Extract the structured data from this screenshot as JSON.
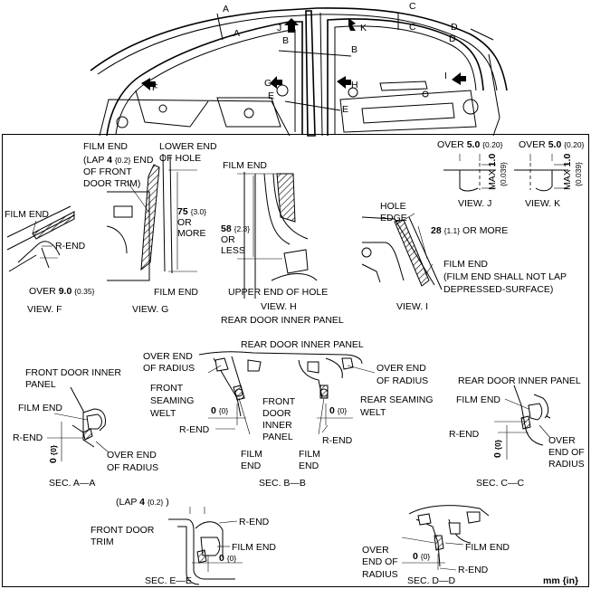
{
  "top_view_letters": {
    "a1": "A",
    "a2": "A",
    "b1": "B",
    "b2": "B",
    "c1": "C",
    "c2": "C",
    "d1": "D",
    "d2": "D",
    "e1": "E",
    "e2": "E",
    "f": "F",
    "g": "G",
    "h": "H",
    "i": "I",
    "j": "J",
    "k": "K"
  },
  "view_f": {
    "film_end": "FILM END",
    "r_end": "R-END",
    "over": "OVER",
    "over_value": "9.0",
    "over_in": "{0.35}",
    "caption": "VIEW. F"
  },
  "view_g": {
    "film_end_top": "FILM END",
    "lap_open": "(LAP",
    "lap_value": "4",
    "lap_in": "{0.2}",
    "lap_end": "END",
    "of_front": "OF FRONT",
    "door_trim": "DOOR TRIM)",
    "lower_end": "LOWER END",
    "of_hole": "OF HOLE",
    "dim_value": "75",
    "dim_in": "{3.0}",
    "or": "OR",
    "more": "MORE",
    "film_end_bottom": "FILM END",
    "caption": "VIEW. G"
  },
  "view_h": {
    "film_end": "FILM END",
    "dim_value": "58",
    "dim_in": "{2.3}",
    "or": "OR",
    "less": "LESS",
    "upper_end": "UPPER END OF HOLE",
    "caption": "VIEW. H",
    "subcaption": "REAR DOOR INNER PANEL"
  },
  "view_i": {
    "hole": "HOLE",
    "edge": "EDGE",
    "dim_value": "28",
    "dim_in": "{1.1}",
    "or_more": "OR MORE",
    "film_end": "FILM END",
    "note1": "(FILM END SHALL NOT LAP",
    "note2": "DEPRESSED-SURFACE)",
    "caption": "VIEW. I"
  },
  "view_j": {
    "over": "OVER",
    "over_value": "5.0",
    "over_in": "{0.20}",
    "max": "MAX",
    "max_value": "1.0",
    "max_in": "{0.039}",
    "caption": "VIEW. J"
  },
  "view_k": {
    "over": "OVER",
    "over_value": "5.0",
    "over_in": "{0.20}",
    "max": "MAX",
    "max_value": "1.0",
    "max_in": "{0.039}",
    "caption": "VIEW. K"
  },
  "sec_a": {
    "front_door_inner": "FRONT DOOR INNER",
    "panel": "PANEL",
    "film_end": "FILM END",
    "r_end": "R-END",
    "over_end": "OVER END",
    "of_radius": "OF RADIUS",
    "zero": "0",
    "zero_in": "{0}",
    "caption": "SEC. A—A"
  },
  "sec_b": {
    "rear_door_inner_panel": "REAR DOOR INNER PANEL",
    "over_end_l": "OVER END",
    "of_radius_l": "OF RADIUS",
    "over_end_r": "OVER END",
    "of_radius_r": "OF RADIUS",
    "front": "FRONT",
    "seaming": "SEAMING",
    "welt": "WELT",
    "front2": "FRONT",
    "door": "DOOR",
    "inner": "INNER",
    "panel": "PANEL",
    "rear_seaming": "REAR SEAMING",
    "welt2": "WELT",
    "zero_l": "0",
    "zero_l_in": "{0}",
    "zero_r": "0",
    "zero_r_in": "{0}",
    "r_end_l": "R-END",
    "r_end_r": "R-END",
    "film_l1": "FILM",
    "film_l2": "END",
    "film_r1": "FILM",
    "film_r2": "END",
    "caption": "SEC. B—B"
  },
  "sec_c": {
    "rear_door_inner_panel": "REAR DOOR INNER PANEL",
    "film_end": "FILM END",
    "r_end": "R-END",
    "over": "OVER",
    "end_of": "END OF",
    "radius": "RADIUS",
    "zero": "0",
    "zero_in": "{0}",
    "caption": "SEC. C—C"
  },
  "sec_e": {
    "lap_open": "(LAP",
    "lap_value": "4",
    "lap_in": "{0.2}",
    "lap_close": ")",
    "front_door": "FRONT DOOR",
    "trim": "TRIM",
    "r_end": "R-END",
    "film_end": "FILM END",
    "zero": "0",
    "zero_in": "{0}",
    "caption": "SEC. E—E"
  },
  "sec_d": {
    "over": "OVER",
    "end_of": "END OF",
    "radius": "RADIUS",
    "film_end": "FILM END",
    "r_end": "R-END",
    "zero": "0",
    "zero_in": "{0}",
    "caption": "SEC. D—D"
  },
  "units": "mm {in}"
}
